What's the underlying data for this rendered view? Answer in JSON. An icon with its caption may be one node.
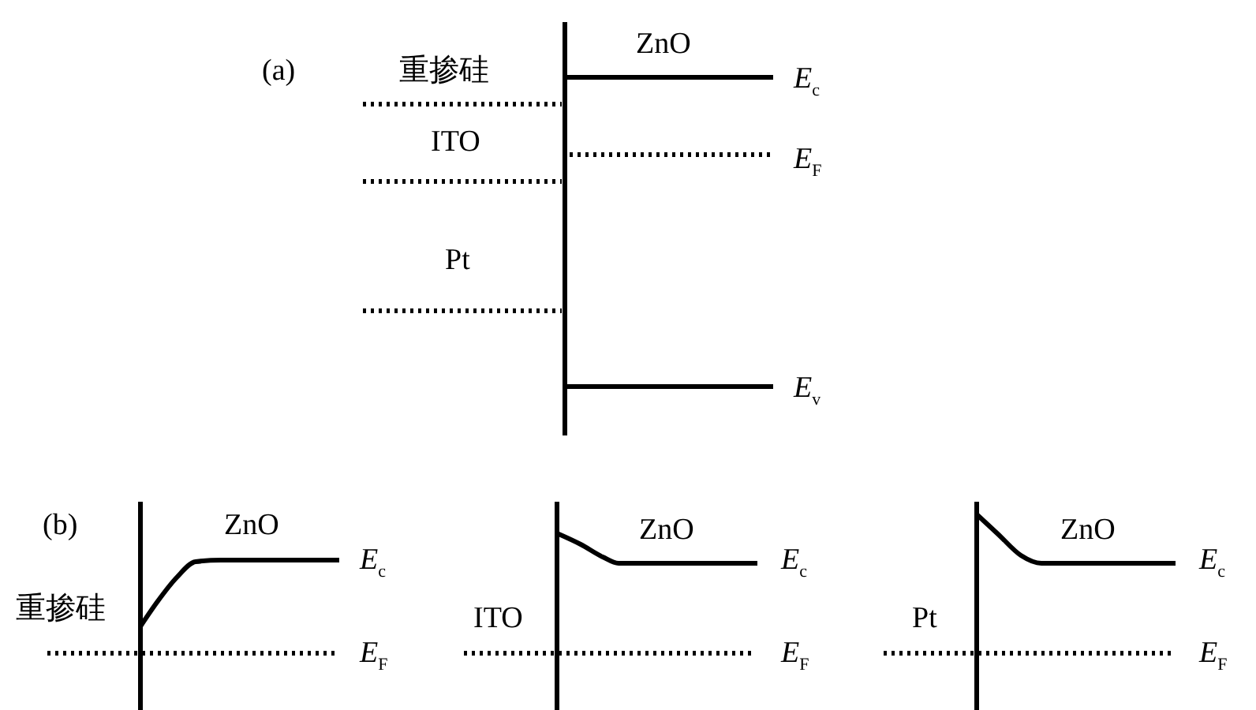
{
  "diagram": {
    "labels": [
      "(a)",
      "重掺硅",
      "ZnO",
      "*E*$_{c}$",
      "ITO",
      "*E*$_{F}$",
      "Pt",
      "*E*$_{v}$",
      "(b)",
      "ZnO",
      "*E*$_{c}$",
      "ZnO",
      "*E*$_{c}$",
      "ZnO",
      "*E*$_{c}$",
      "重掺硅",
      "ITO",
      "Pt",
      "*E*$_{F}$",
      "*E*$_{F}$",
      "*E*$_{F}$"
    ]
  }
}
